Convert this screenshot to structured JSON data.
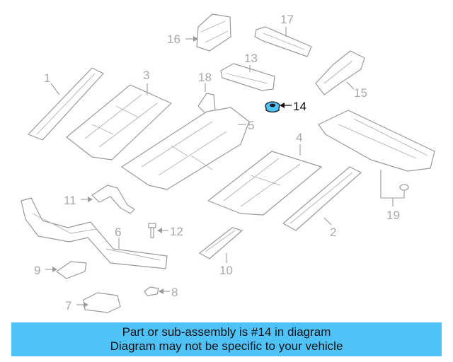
{
  "callouts": {
    "c1": "1",
    "c2": "2",
    "c3": "3",
    "c4": "4",
    "c5": "5",
    "c6": "6",
    "c7": "7",
    "c8": "8",
    "c9": "9",
    "c10": "10",
    "c11": "11",
    "c12": "12",
    "c13": "13",
    "c14": "14",
    "c15": "15",
    "c16": "16",
    "c17": "17",
    "c18": "18",
    "c19": "19"
  },
  "highlighted_part": "14",
  "banner": {
    "line1": "Part or sub-assembly is #14 in diagram",
    "line2": "Diagram may not be specific to your vehicle"
  },
  "colors": {
    "banner_bg": "#4fc3f7",
    "highlight_part": "#4fc3f7",
    "line_art": "#9a9a9a",
    "callout_text": "#a8a8a8"
  }
}
